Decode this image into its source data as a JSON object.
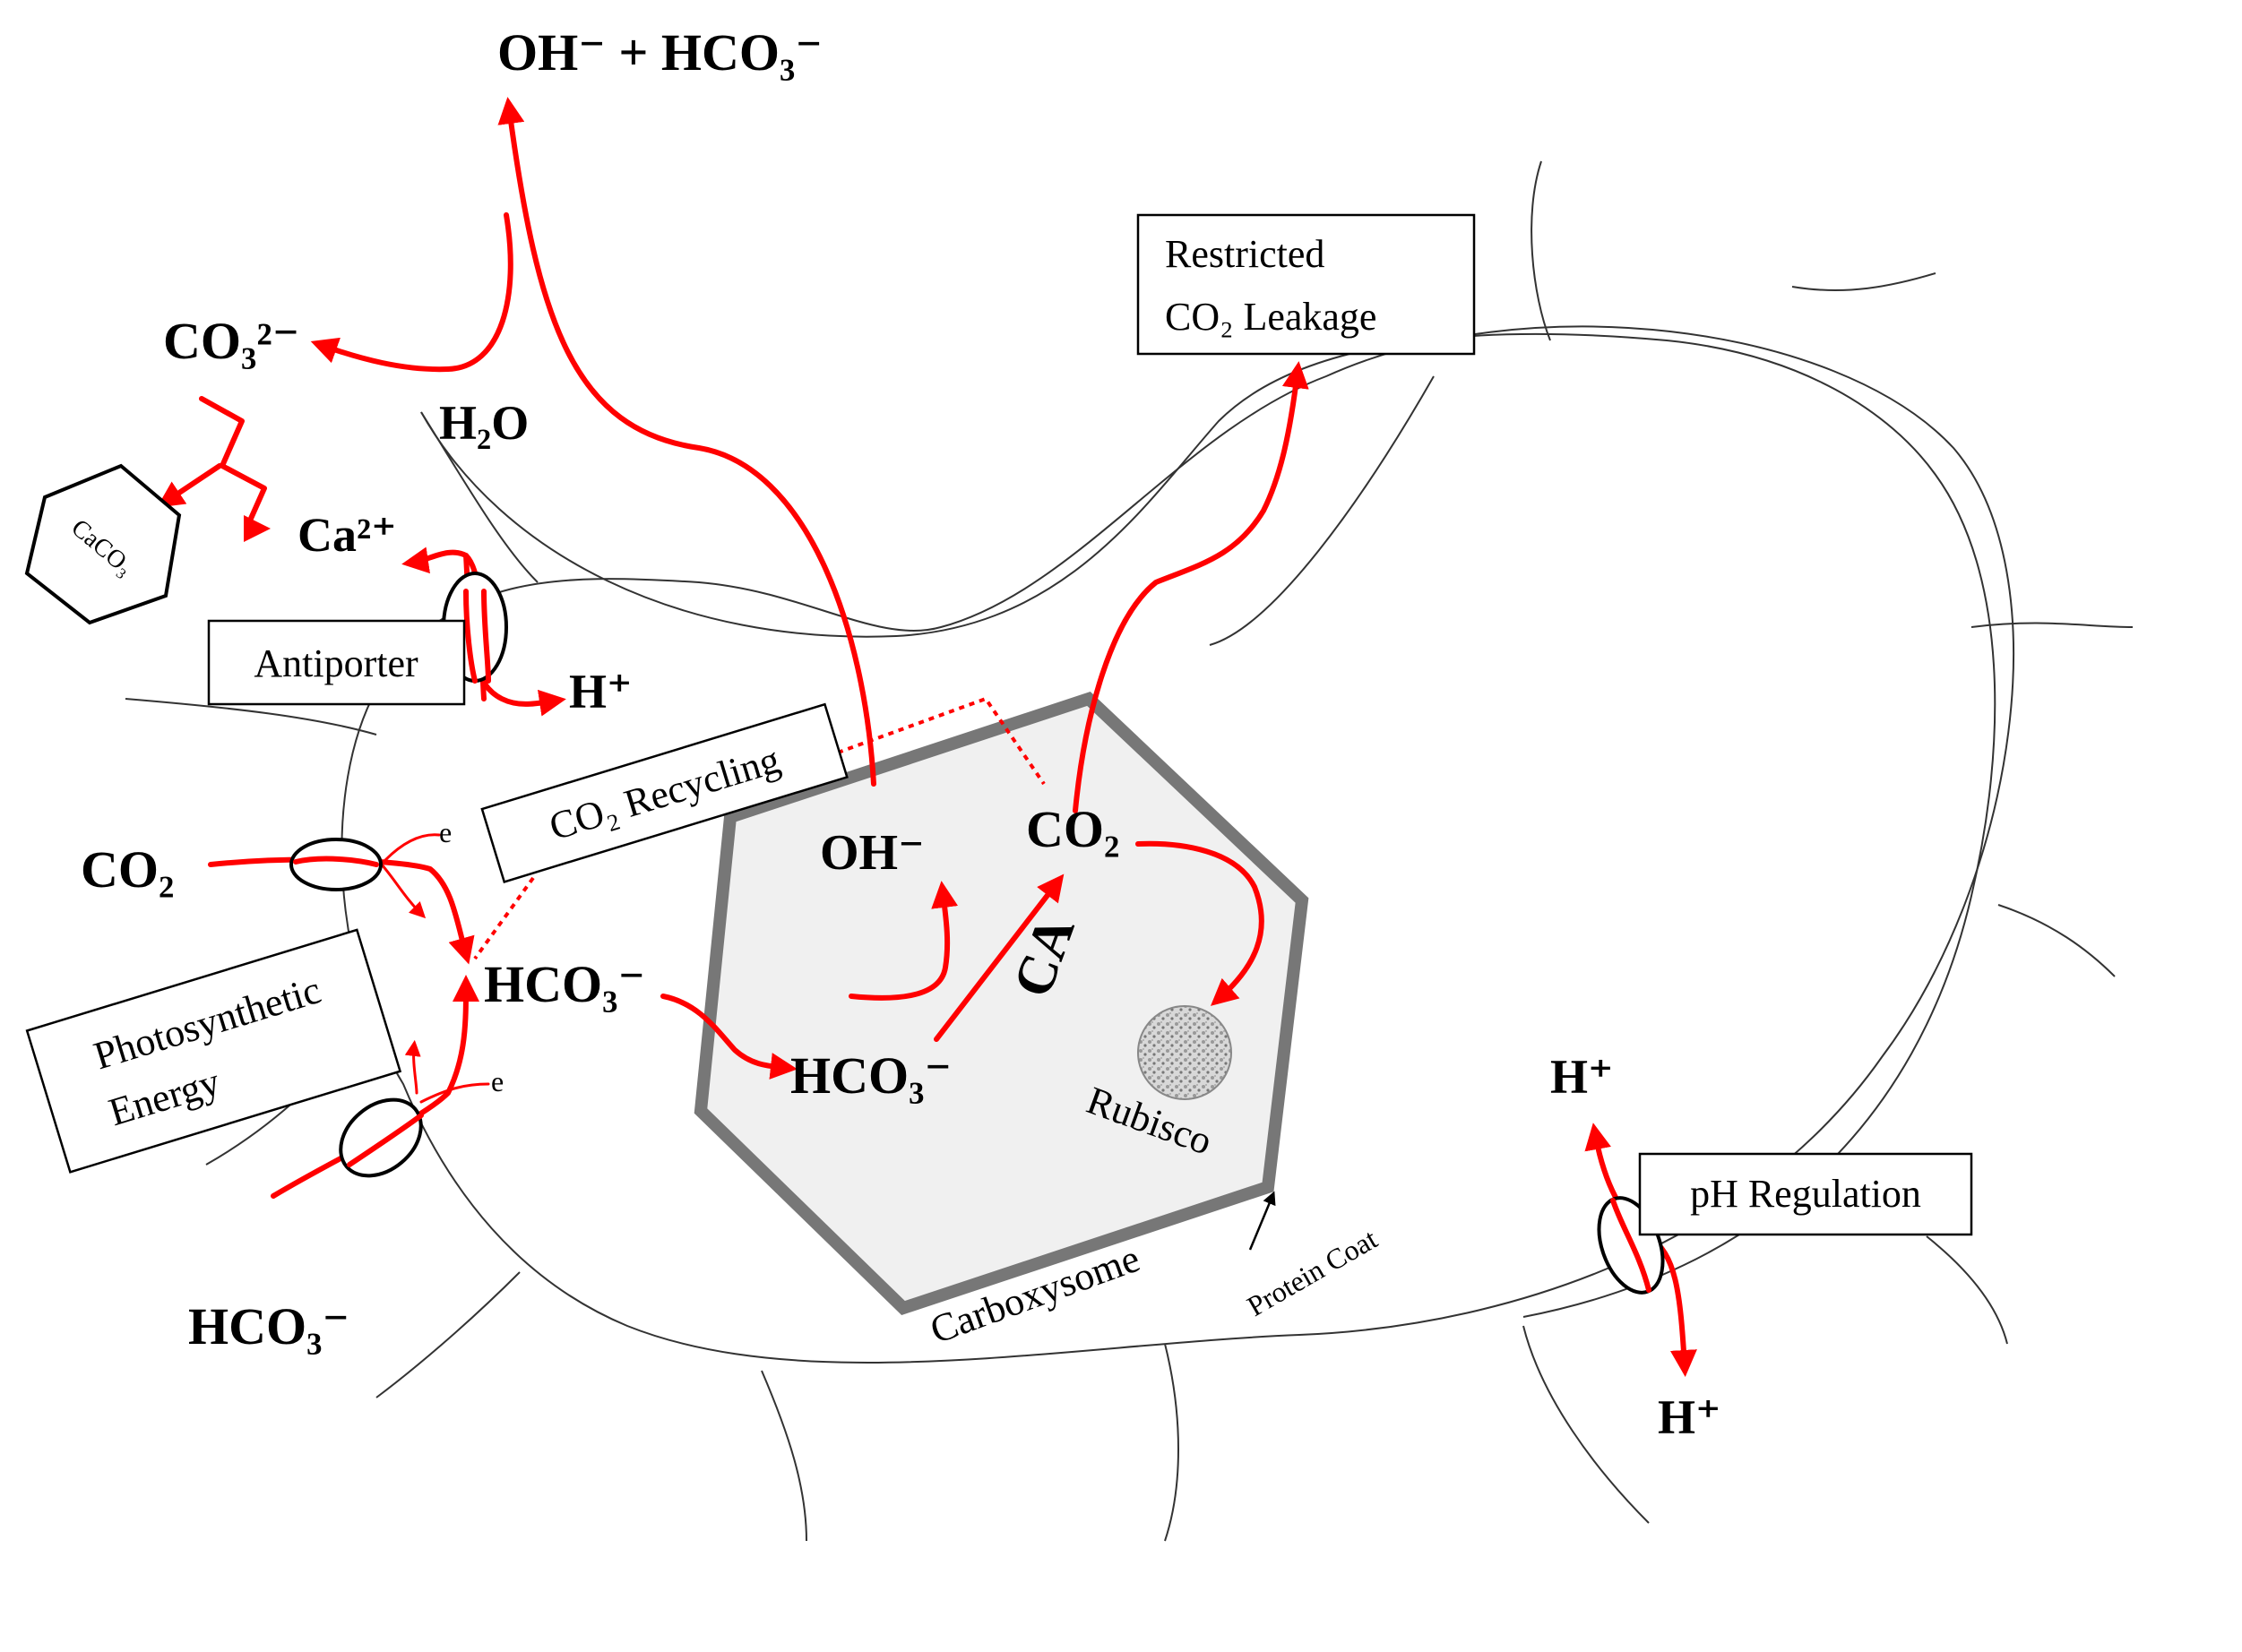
{
  "labels": {
    "oh_hco3_top": "OH⁻ + HCO₃⁻",
    "co3_2minus": "CO₃²⁻",
    "h2o": "H₂O",
    "caco3": "CaCO₃",
    "ca2plus": "Ca²⁺",
    "antiporter": "Antiporter",
    "h_plus_antiporter": "H⁺",
    "co2_recycling": "CO₂ Recycling",
    "co2_outside": "CO₂",
    "e_top": "e",
    "e_bottom": "e",
    "photosynthetic_line1": "Photosynthetic",
    "photosynthetic_line2": "Energy",
    "hco3_cytosol": "HCO₃⁻",
    "hco3_outside": "HCO₃⁻",
    "oh_carboxysome": "OH⁻",
    "co2_carboxysome": "CO₂",
    "hco3_carboxysome": "HCO₃⁻",
    "ca": "CA",
    "rubisco": "Rubisco",
    "carboxysome": "Carboxysome",
    "protein_coat": "Protein Coat",
    "restricted_line1": "Restricted",
    "restricted_line2": "CO₂ Leakage",
    "h_plus_top": "H⁺",
    "h_plus_bottom": "H⁺",
    "ph_regulation": "pH Regulation"
  },
  "colors": {
    "arrow": "#ff0000",
    "carboxysome_fill": "#f0f0f0",
    "carboxysome_border": "#777777"
  }
}
